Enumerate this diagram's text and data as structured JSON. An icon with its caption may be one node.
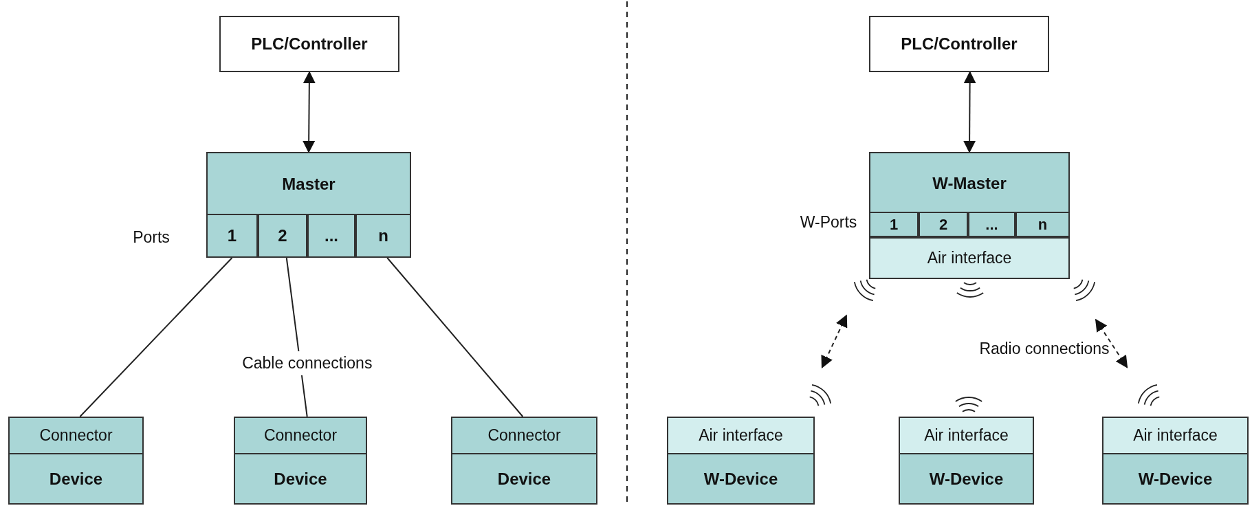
{
  "diagram": {
    "nodes": [
      {
        "text": [
          "PLC/Controller"
        ]
      },
      {
        "text": [
          "Master"
        ]
      },
      {
        "text": [
          "1"
        ],
        "in": 1
      },
      {
        "text": [
          "2"
        ],
        "in": 1
      },
      {
        "text": [
          "..."
        ],
        "in": 1
      },
      {
        "text": [
          "n"
        ],
        "in": 1
      },
      {
        "text": [
          "Connector",
          "Device"
        ]
      },
      {
        "text": [
          "Connector",
          "Device"
        ]
      },
      {
        "text": [
          "Connector",
          "Device"
        ]
      },
      {
        "text": [
          "PLC/Controller"
        ]
      },
      {
        "text": [
          "W-Master"
        ]
      },
      {
        "text": [
          "1"
        ],
        "in": 10
      },
      {
        "text": [
          "2"
        ],
        "in": 10
      },
      {
        "text": [
          "..."
        ],
        "in": 10
      },
      {
        "text": [
          "n"
        ],
        "in": 10
      },
      {
        "text": [
          "Air interface"
        ],
        "in": 10
      },
      {
        "text": [
          "Air interface",
          "W-Device"
        ]
      },
      {
        "text": [
          "Air interface",
          "W-Device"
        ]
      },
      {
        "text": [
          "Air interface",
          "W-Device"
        ]
      }
    ],
    "edges": [
      {
        "from": 0,
        "to": 1,
        "arrow": "both"
      },
      {
        "from": 2,
        "to": 6,
        "arrow": "none"
      },
      {
        "from": 3,
        "to": 7,
        "arrow": "none",
        "label": "Cable connections"
      },
      {
        "from": 5,
        "to": 8,
        "arrow": "none"
      },
      {
        "from": 9,
        "to": 10,
        "arrow": "both"
      },
      {
        "from": 15,
        "to": 16,
        "arrow": "both",
        "style": "dashed"
      },
      {
        "from": 15,
        "to": 18,
        "arrow": "both",
        "style": "dashed"
      }
    ],
    "labels": [
      "Ports",
      "W-Ports",
      "Radio connections"
    ]
  }
}
